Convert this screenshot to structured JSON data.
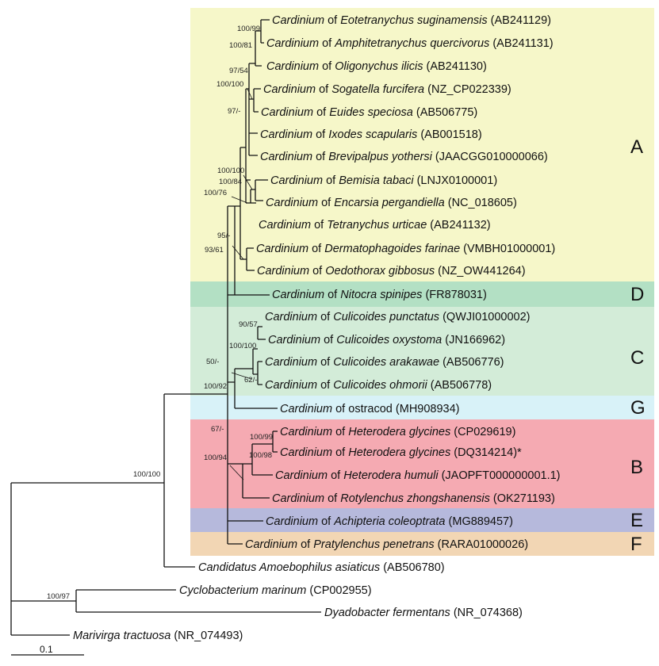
{
  "clades": [
    {
      "letter": "A",
      "color": "#f6f7c9"
    },
    {
      "letter": "D",
      "color": "#b3e0c4"
    },
    {
      "letter": "C",
      "color": "#d3ecd8"
    },
    {
      "letter": "G",
      "color": "#d8f2f8"
    },
    {
      "letter": "B",
      "color": "#f5aab2"
    },
    {
      "letter": "E",
      "color": "#b6b9dc"
    },
    {
      "letter": "F",
      "color": "#f2d6b4"
    }
  ],
  "leaves": [
    {
      "genus": "Cardinium",
      "host": "Eotetranychus suginamensis",
      "acc": "(AB241129)",
      "host_italic": true
    },
    {
      "genus": "Cardinium",
      "host": "Amphitetranychus quercivorus",
      "acc": "(AB241131)",
      "host_italic": true
    },
    {
      "genus": "Cardinium",
      "host": "Oligonychus ilicis",
      "acc": "(AB241130)",
      "host_italic": true
    },
    {
      "genus": "Cardinium",
      "host": "Sogatella furcifera",
      "acc": "(NZ_CP022339)",
      "host_italic": true
    },
    {
      "genus": "Cardinium",
      "host": "Euides speciosa",
      "acc": "(AB506775)",
      "host_italic": true
    },
    {
      "genus": "Cardinium",
      "host": "Ixodes scapularis",
      "acc": "(AB001518)",
      "host_italic": true
    },
    {
      "genus": "Cardinium",
      "host": "Brevipalpus yothersi",
      "acc": "(JAACGG010000066)",
      "host_italic": true
    },
    {
      "genus": "Cardinium",
      "host": "Bemisia tabaci",
      "acc": "(LNJX0100001)",
      "host_italic": true
    },
    {
      "genus": "Cardinium",
      "host": "Encarsia pergandiella",
      "acc": "(NC_018605)",
      "host_italic": true
    },
    {
      "genus": "Cardinium",
      "host": "Tetranychus urticae",
      "acc": "(AB241132)",
      "host_italic": true
    },
    {
      "genus": "Cardinium",
      "host": "Dermatophagoides farinae",
      "acc": "(VMBH01000001)",
      "host_italic": true
    },
    {
      "genus": "Cardinium",
      "host": "Oedothorax gibbosus",
      "acc": "(NZ_OW441264)",
      "host_italic": true
    },
    {
      "genus": "Cardinium",
      "host": "Nitocra spinipes",
      "acc": "(FR878031)",
      "host_italic": true
    },
    {
      "genus": "Cardinium",
      "host": "Culicoides punctatus",
      "acc": "(QWJI01000002)",
      "host_italic": true
    },
    {
      "genus": "Cardinium",
      "host": "Culicoides oxystoma",
      "acc": "(JN166962)",
      "host_italic": true
    },
    {
      "genus": "Cardinium",
      "host": "Culicoides arakawae",
      "acc": "(AB506776)",
      "host_italic": true
    },
    {
      "genus": "Cardinium",
      "host": "Culicoides ohmorii",
      "acc": "(AB506778)",
      "host_italic": true
    },
    {
      "genus": "Cardinium",
      "host": "ostracod",
      "acc": "(MH908934)",
      "host_italic": false
    },
    {
      "genus": "Cardinium",
      "host": "Heterodera glycines",
      "acc": "(CP029619)",
      "host_italic": true
    },
    {
      "genus": "Cardinium",
      "host": "Heterodera glycines",
      "acc": "(DQ314214)*",
      "host_italic": true
    },
    {
      "genus": "Cardinium",
      "host": "Heterodera humuli",
      "acc": "(JAOPFT000000001.1)",
      "host_italic": true
    },
    {
      "genus": "Cardinium",
      "host": "Rotylenchus zhongshanensis",
      "acc": "(OK271193)",
      "host_italic": true
    },
    {
      "genus": "Cardinium",
      "host": "Achipteria coleoptrata",
      "acc": "(MG889457)",
      "host_italic": true
    },
    {
      "genus": "Cardinium",
      "host": "Pratylenchus penetrans",
      "acc": "(RARA01000026)",
      "host_italic": true
    },
    {
      "genus": "",
      "host": "Candidatus Amoebophilus asiaticus",
      "acc": "(AB506780)",
      "host_italic": true
    },
    {
      "genus": "",
      "host": "Cyclobacterium marinum",
      "acc": "(CP002955)",
      "host_italic": true
    },
    {
      "genus": "",
      "host": "Dyadobacter fermentans",
      "acc": "(NR_074368)",
      "host_italic": true
    },
    {
      "genus": "",
      "host": "Marivirga tractuosa",
      "acc": "(NR_074493)",
      "host_italic": true
    }
  ],
  "supports": [
    "100/99",
    "100/81",
    "97/54",
    "100/100",
    "97/-",
    "100/100",
    "100/84",
    "100/76",
    "95/-",
    "93/61",
    "90/57",
    "100/100",
    "62/-",
    "50/-",
    "100/92",
    "67/-",
    "100/99",
    "100/98",
    "100/94",
    "100/100",
    "100/97"
  ],
  "scale_bar": {
    "label": "0.1"
  }
}
